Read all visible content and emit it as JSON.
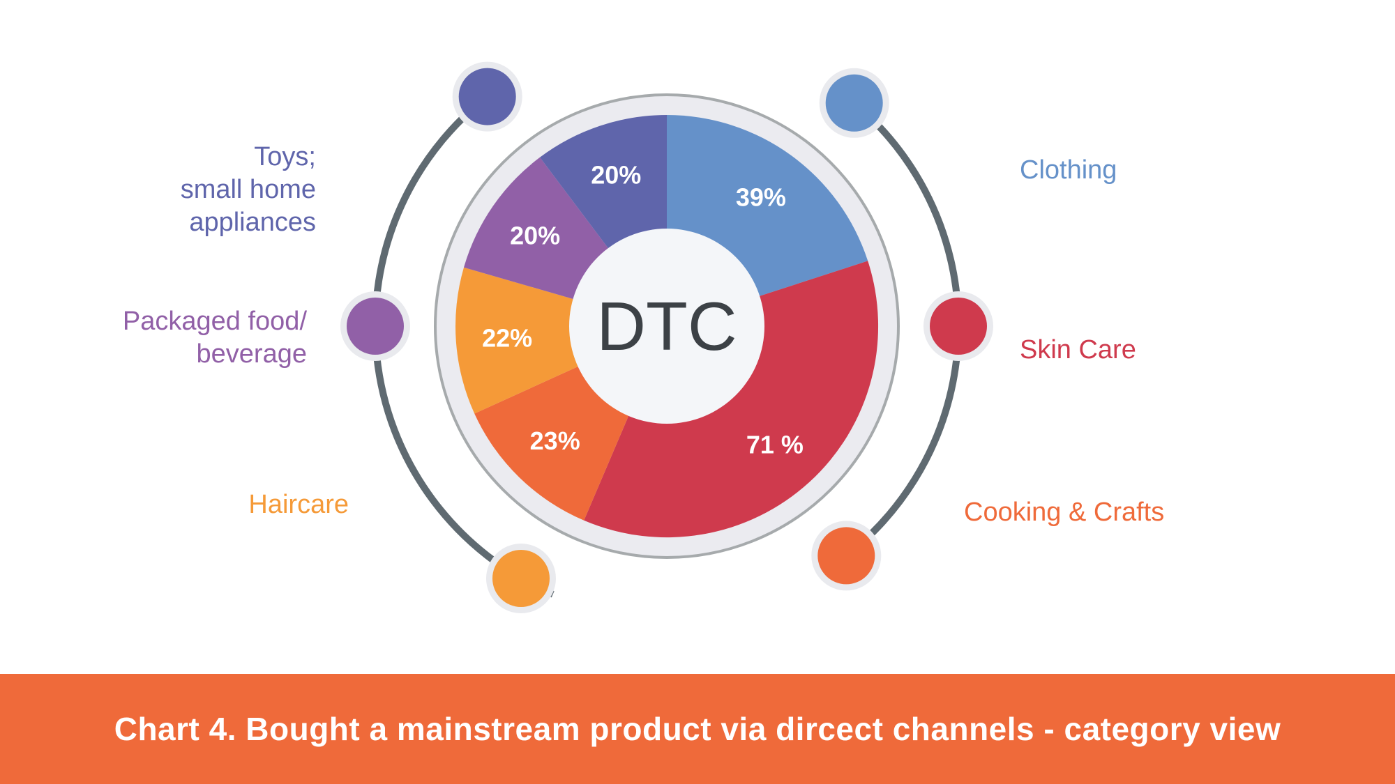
{
  "chart_data": {
    "type": "pie",
    "center_label": "DTC",
    "title": "Chart 4. Bought a mainstream product via dircect channels - category view",
    "slices": [
      {
        "name": "Clothing",
        "value": 39,
        "label": "39%",
        "color": "#6591c9"
      },
      {
        "name": "Skin Care",
        "value": 71,
        "label": "71 %",
        "color": "#cf3a4d"
      },
      {
        "name": "Cooking & Crafts",
        "value": 23,
        "label": "23%",
        "color": "#ef6a3a"
      },
      {
        "name": "Haircare",
        "value": 22,
        "label": "22%",
        "color": "#f59a38"
      },
      {
        "name": "Packaged food/\nbeverage",
        "value": 20,
        "label": "20%",
        "color": "#9160a7"
      },
      {
        "name": "Toys;\nsmall home\nappliances",
        "value": 20,
        "label": "20%",
        "color": "#5f65ab"
      }
    ]
  },
  "footer": {
    "caption": "Chart 4. Bought a mainstream product via dircect channels - category view"
  },
  "colors": {
    "footer_bg": "#ef6a3a",
    "outer_arc": "#5f6a71",
    "ring": "#ebebf0"
  }
}
